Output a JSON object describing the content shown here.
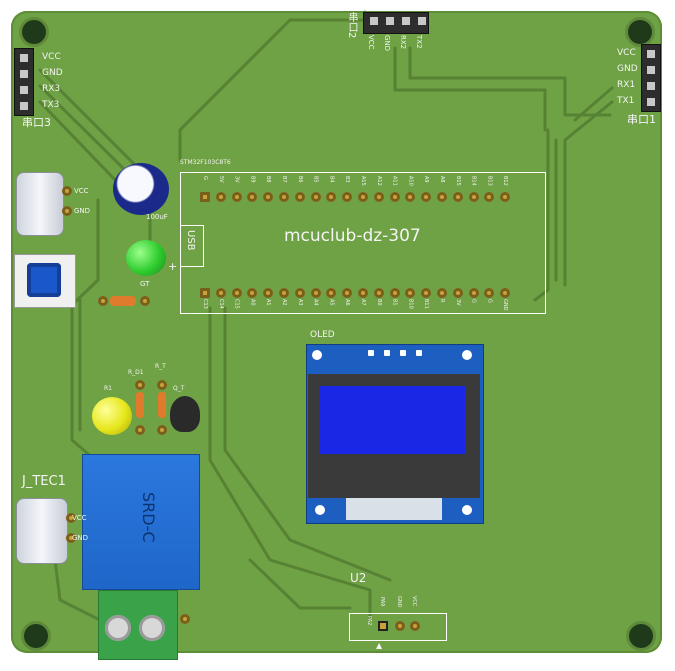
{
  "board": {
    "title": "mcuclub-dz-307",
    "module_label": "STM32F103C8T6",
    "usb_label": "USB",
    "oled_label": "OLED",
    "relay_label": "SRD-C",
    "u2_label": "U2",
    "u2_pins": [
      "PA9",
      "GND",
      "VCC"
    ],
    "u2_pin1": "PA2"
  },
  "headers": {
    "serial2": {
      "name": "串口2",
      "pins": [
        "VCC",
        "GND",
        "RX2",
        "TX2"
      ]
    },
    "serial1": {
      "name": "串口1",
      "pins": [
        "VCC",
        "GND",
        "RX1",
        "TX1"
      ]
    },
    "serial3": {
      "name": "串口3",
      "pins": [
        "VCC",
        "GND",
        "RX3",
        "TX3"
      ]
    }
  },
  "connectors": {
    "power_top": {
      "pins": [
        "VCC",
        "GND"
      ]
    },
    "j_tec1": {
      "name": "J_TEC1",
      "pins": [
        "VCC",
        "GND"
      ]
    }
  },
  "components": {
    "capacitor": "100uF",
    "led_green": "GT",
    "led_yellow": "R1",
    "r_labels": [
      "R_D1",
      "R_T"
    ],
    "transistor": "Q_T"
  },
  "module_pins_top": [
    "G",
    "5V",
    "3V",
    "B9",
    "B8",
    "B7",
    "B6",
    "B5",
    "B4",
    "B3",
    "A15",
    "A12",
    "A11",
    "A10",
    "A9",
    "A8",
    "B15",
    "B14",
    "B13",
    "B12"
  ],
  "module_pins_bottom": [
    "C13",
    "C14",
    "C15",
    "A0",
    "A1",
    "A2",
    "A3",
    "A4",
    "A5",
    "A6",
    "A7",
    "B0",
    "B1",
    "B10",
    "B11",
    "R",
    "3V",
    "G",
    "G",
    "GND"
  ],
  "colors": {
    "pcb": "#6fa145",
    "silk": "#ffffff",
    "relay": "#1f66c9",
    "oled_board": "#1c5fc0",
    "oled_screen": "#1a28e6",
    "terminal": "#3aa34a",
    "led_green": "#2ecc2e",
    "led_yellow": "#e6e61a"
  }
}
